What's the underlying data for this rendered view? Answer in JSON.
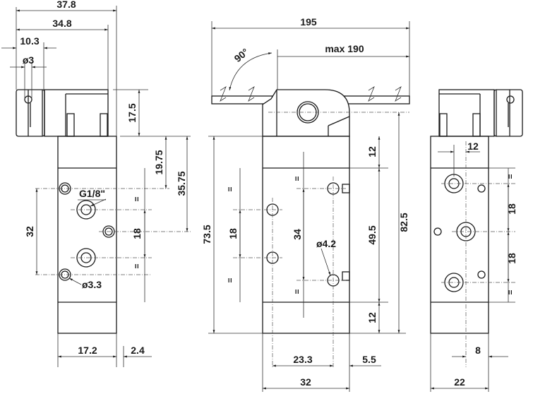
{
  "left_view": {
    "dims": {
      "w_total": "37.8",
      "w_coil": "34.8",
      "conn_offset": "10.3",
      "pin_dia": "ø3",
      "coil_h": "17.5",
      "port_top": "19.75",
      "port_mid": "35.75",
      "port_pitch": "32",
      "port_spacing": "18",
      "eq": "=",
      "thread": "G1/8\"",
      "mount_hole": "ø3.3",
      "bottom_w": "17.2",
      "bottom_off": "2.4"
    }
  },
  "middle_view": {
    "dims": {
      "total_len": "195",
      "max_len": "max 190",
      "angle": "90°",
      "height_total": "73.5",
      "height_coil": "82.5",
      "top_block": "12",
      "mid_block": "49.5",
      "bot_block": "12",
      "hole_spacing": "18",
      "hole_pitch": "34",
      "hole_dia": "ø4.2",
      "bottom_a": "23.3",
      "bottom_b": "5.5",
      "width": "32",
      "eq": "="
    }
  },
  "right_view": {
    "dims": {
      "top_off": "12",
      "spacing_a": "18",
      "spacing_b": "18",
      "bottom_a": "8",
      "width": "22",
      "eq": "="
    }
  }
}
